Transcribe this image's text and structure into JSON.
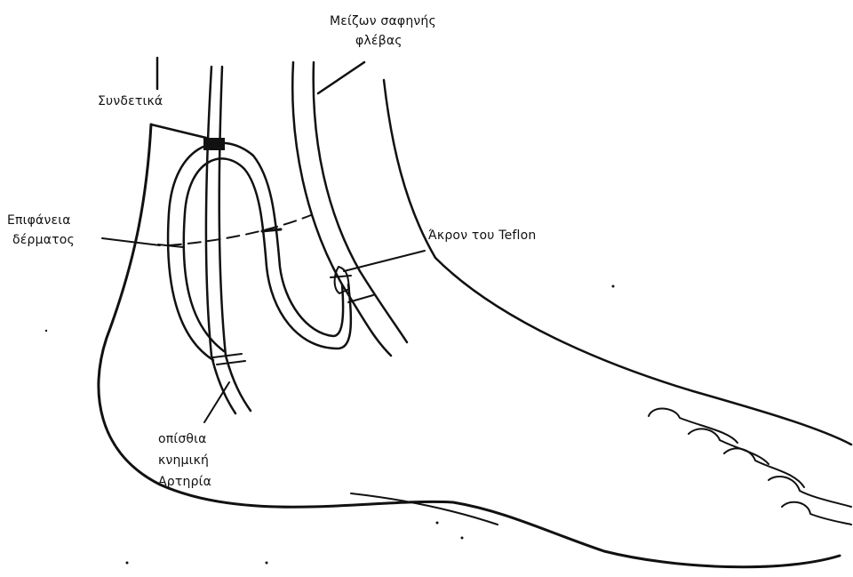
{
  "figure": {
    "labels": {
      "great_saphenous_1": "Μείζων σαφηνής",
      "great_saphenous_2": "φλέβας",
      "ligatures": "Συνδετικά",
      "skin_surface_1": "Επιφάνεια",
      "skin_surface_2": "δέρματος",
      "teflon_tip": "Άκρον του Teflon",
      "posterior_tibial_1": "οπίσθια",
      "posterior_tibial_2": "κνημική",
      "posterior_tibial_3": "Αρτηρία"
    },
    "colors": {
      "ink": "#111111",
      "background": "#ffffff"
    }
  }
}
